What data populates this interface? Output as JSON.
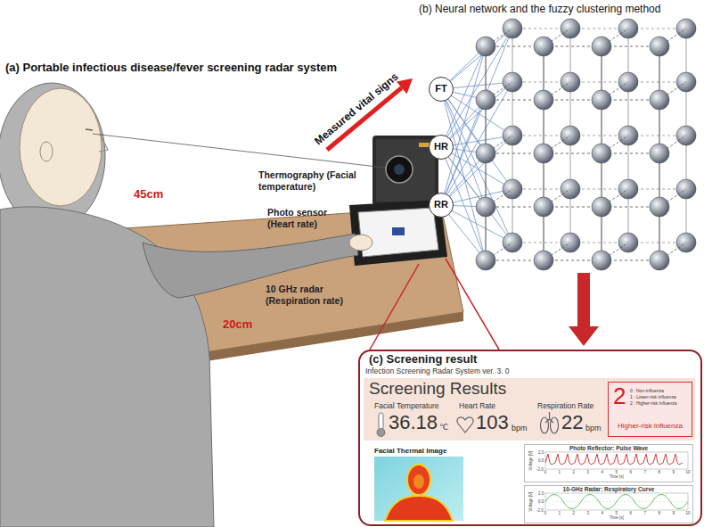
{
  "diagram": {
    "nodes": [
      {
        "text": [
          "FT"
        ]
      },
      {
        "text": [
          "HR"
        ]
      },
      {
        "text": [
          "RR"
        ]
      },
      {
        "text": [
          "(c) Screening result"
        ]
      },
      {
        "text": [
          "Screening Results"
        ],
        "in": 3
      },
      {
        "text": [
          "2",
          "0 : Non-influenza",
          "1 : Lower-risk influenza",
          "2 : Higher-risk influenza",
          "Higher-risk influenza"
        ],
        "in": 4
      },
      {
        "text": [
          "Facial Thermal Image"
        ],
        "in": 3
      },
      {
        "text": [
          "Photo Reflector: Pulse Wave"
        ],
        "in": 3
      },
      {
        "text": [
          "10-GHz Radar: Respiratory Curve"
        ],
        "in": 3
      }
    ],
    "labels": [
      "(a) Portable infectious disease/fever screening radar system",
      "45cm",
      "20cm",
      "Thermography (Facial temperature)",
      "Photo sensor (Heart rate)",
      "10 GHz radar (Respiration rate)",
      "Measured vital signs",
      "(b) Neural network and the fuzzy clustering method",
      "Infection Screening Radar System ver. 3. 0",
      "Facial Temperature",
      "36.18",
      "℃",
      "Heart Rate",
      "103",
      "bpm",
      "Respiration Rate",
      "22",
      "bpm",
      "Voltage [V]",
      "Time [s]",
      "2.0",
      "0.0",
      "-2.0",
      "0",
      "1",
      "2",
      "3",
      "4",
      "5",
      "6",
      "7",
      "8",
      "9",
      "10",
      "Voltage [V]",
      "Time [s]",
      "2.0",
      "0.0",
      "-2.0",
      "0",
      "1",
      "2",
      "3",
      "4",
      "5",
      "6",
      "7",
      "8",
      "9",
      "10"
    ]
  }
}
